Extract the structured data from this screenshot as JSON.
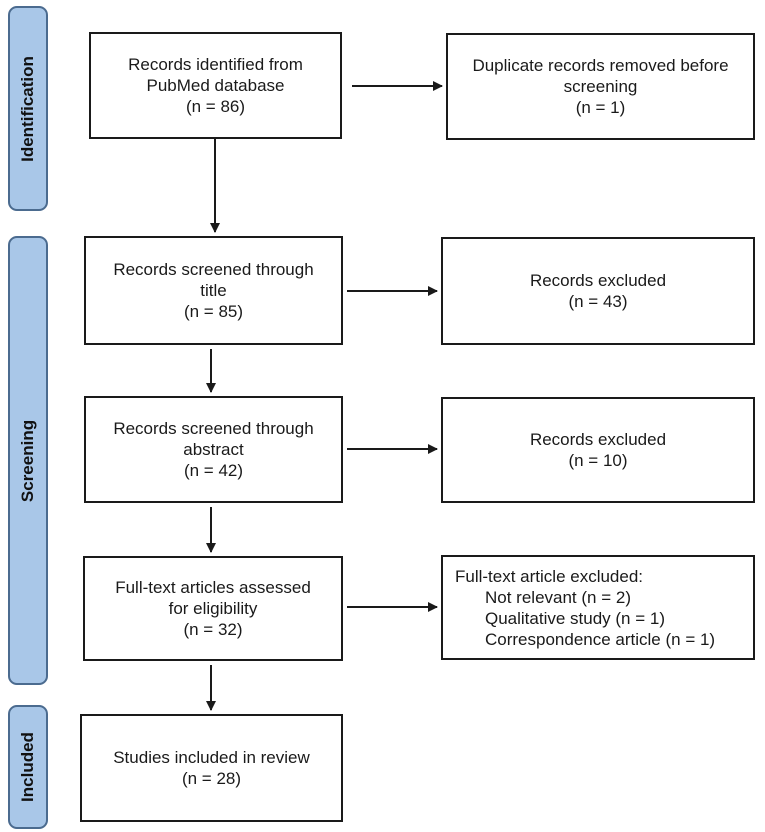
{
  "phases": {
    "identification": "Identification",
    "screening": "Screening",
    "included": "Included"
  },
  "boxes": {
    "identified": {
      "lines": [
        "Records identified from",
        "PubMed database",
        "(n = 86)"
      ]
    },
    "duplicates": {
      "lines": [
        "Duplicate records removed before",
        "screening",
        "(n = 1)"
      ]
    },
    "screened_title": {
      "lines": [
        "Records screened through",
        "title",
        "(n = 85)"
      ]
    },
    "excluded_title": {
      "lines": [
        "Records excluded",
        "(n = 43)"
      ]
    },
    "screened_abstract": {
      "lines": [
        "Records screened through",
        "abstract",
        "(n = 42)"
      ]
    },
    "excluded_abstract": {
      "lines": [
        "Records excluded",
        "(n = 10)"
      ]
    },
    "fulltext": {
      "lines": [
        "Full-text articles assessed",
        "for eligibility",
        "(n = 32)"
      ]
    },
    "fulltext_excluded": {
      "heading": "Full-text article excluded:",
      "reasons": [
        "Not relevant (n = 2)",
        "Qualitative study (n = 1)",
        "Correspondence article (n = 1)"
      ]
    },
    "included": {
      "lines": [
        "Studies included in review",
        "(n = 28)"
      ]
    }
  },
  "colors": {
    "phase_fill": "#a9c7e8",
    "phase_border": "#4b6b8f",
    "box_border": "#1a1a1a"
  }
}
